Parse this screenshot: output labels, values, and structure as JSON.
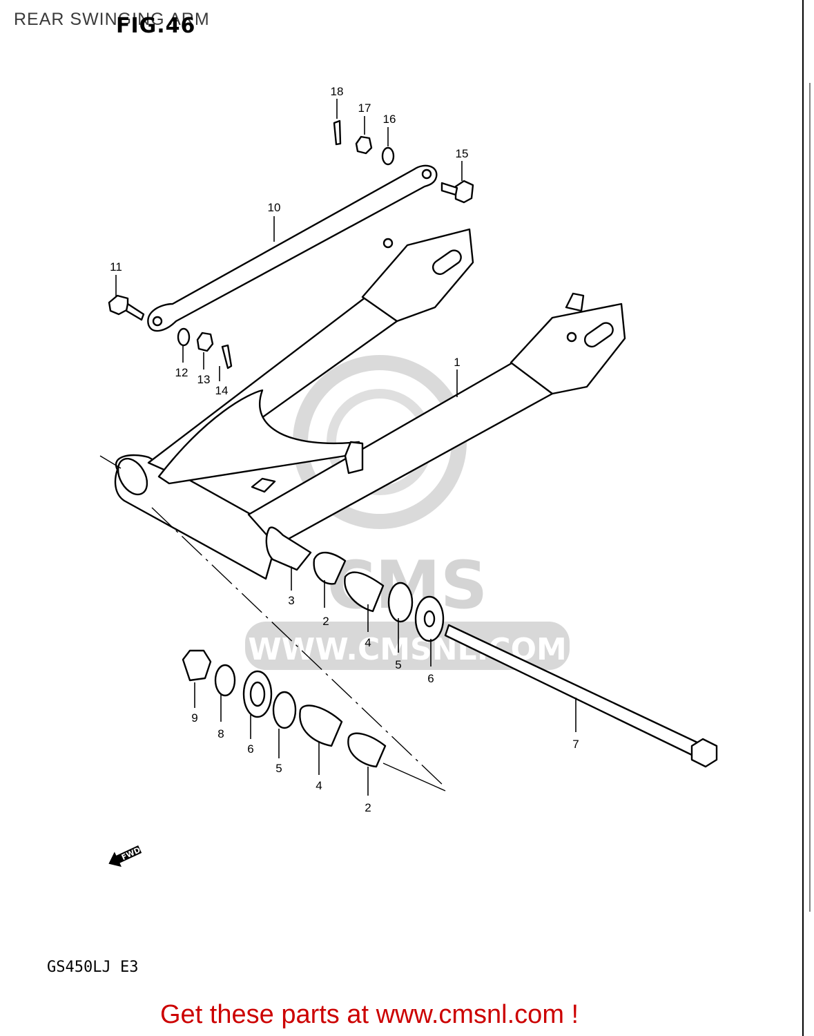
{
  "header": {
    "title": "REAR SWINGING ARM",
    "figure_label": "FIG.46"
  },
  "model_code": "GS450LJ E3",
  "footer_link": "Get these parts at www.cmsnl.com !",
  "watermark": {
    "brand": "CMS",
    "url": "WWW.CMSNL.COM"
  },
  "direction_indicator": "FWD",
  "callouts": [
    {
      "id": "c1",
      "label": "1"
    },
    {
      "id": "c2a",
      "label": "2"
    },
    {
      "id": "c2b",
      "label": "2"
    },
    {
      "id": "c3",
      "label": "3"
    },
    {
      "id": "c4a",
      "label": "4"
    },
    {
      "id": "c4b",
      "label": "4"
    },
    {
      "id": "c5a",
      "label": "5"
    },
    {
      "id": "c5b",
      "label": "5"
    },
    {
      "id": "c6a",
      "label": "6"
    },
    {
      "id": "c6b",
      "label": "6"
    },
    {
      "id": "c7",
      "label": "7"
    },
    {
      "id": "c8",
      "label": "8"
    },
    {
      "id": "c9",
      "label": "9"
    },
    {
      "id": "c10",
      "label": "10"
    },
    {
      "id": "c11",
      "label": "11"
    },
    {
      "id": "c12",
      "label": "12"
    },
    {
      "id": "c13",
      "label": "13"
    },
    {
      "id": "c14",
      "label": "14"
    },
    {
      "id": "c15",
      "label": "15"
    },
    {
      "id": "c16",
      "label": "16"
    },
    {
      "id": "c17",
      "label": "17"
    },
    {
      "id": "c18",
      "label": "18"
    }
  ],
  "colors": {
    "line": "#000000",
    "watermark": "#d0d0d0",
    "footer": "#cc0000",
    "background": "#ffffff"
  }
}
